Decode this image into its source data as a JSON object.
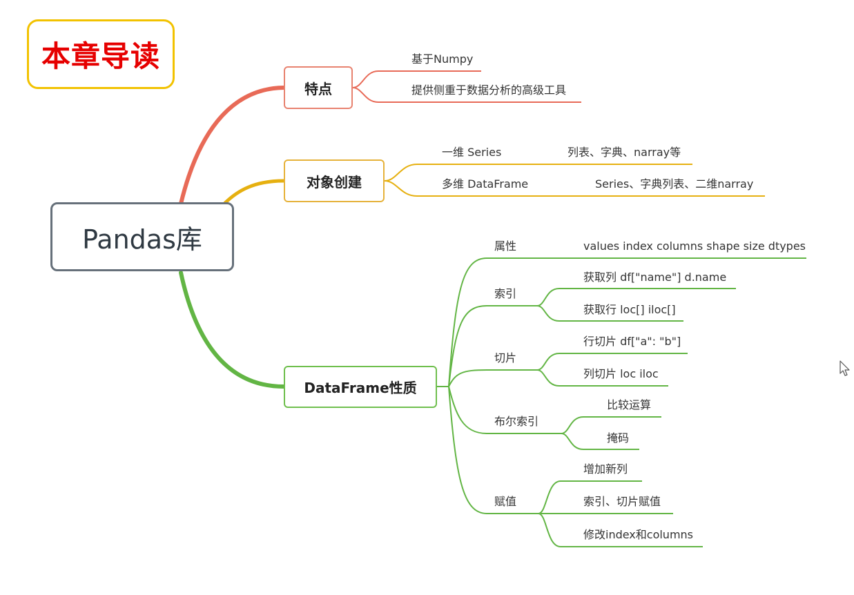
{
  "title": "本章导读",
  "root": "Pandas库",
  "branches": [
    {
      "label": "特点",
      "color": "#e86a57",
      "leaves": [
        "基于Numpy",
        "提供侧重于数据分析的高级工具"
      ]
    },
    {
      "label": "对象创建",
      "color": "#e6b010",
      "items": [
        {
          "label": "一维 Series",
          "detail": "列表、字典、narray等"
        },
        {
          "label": "多维 DataFrame",
          "detail": "Series、字典列表、二维narray"
        }
      ]
    },
    {
      "label": "DataFrame性质",
      "color": "#62b544",
      "items": [
        {
          "label": "属性",
          "detail": "values index columns shape size dtypes"
        },
        {
          "label": "索引",
          "children": [
            "获取列 df[\"name\"]  d.name",
            "获取行 loc[] iloc[]"
          ]
        },
        {
          "label": "切片",
          "children": [
            "行切片 df[\"a\": \"b\"]",
            "列切片 loc iloc"
          ]
        },
        {
          "label": "布尔索引",
          "children": [
            "比较运算",
            "掩码"
          ]
        },
        {
          "label": "赋值",
          "children": [
            "增加新列",
            "索引、切片赋值",
            "修改index和columns"
          ]
        }
      ]
    }
  ]
}
